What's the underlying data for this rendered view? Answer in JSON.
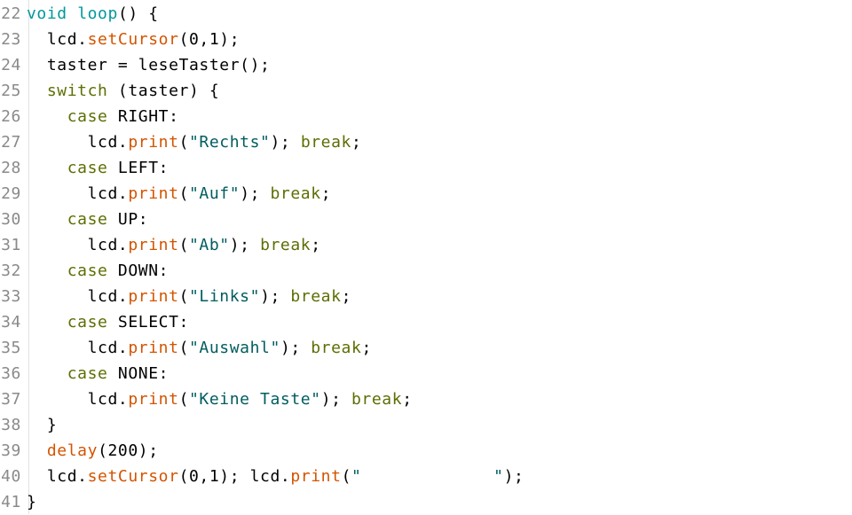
{
  "editor": {
    "lines": [
      {
        "number": "22",
        "tokens": [
          {
            "text": "void",
            "type": "kw-type"
          },
          {
            "text": " ",
            "type": "plain"
          },
          {
            "text": "loop",
            "type": "kw-type"
          },
          {
            "text": "() {",
            "type": "plain"
          }
        ]
      },
      {
        "number": "23",
        "tokens": [
          {
            "text": "  lcd.",
            "type": "plain"
          },
          {
            "text": "setCursor",
            "type": "kw-fn"
          },
          {
            "text": "(0,1);",
            "type": "plain"
          }
        ]
      },
      {
        "number": "24",
        "tokens": [
          {
            "text": "  taster = leseTaster();",
            "type": "plain"
          }
        ]
      },
      {
        "number": "25",
        "tokens": [
          {
            "text": "  ",
            "type": "plain"
          },
          {
            "text": "switch",
            "type": "kw-ctrl"
          },
          {
            "text": " (taster) {",
            "type": "plain"
          }
        ]
      },
      {
        "number": "26",
        "tokens": [
          {
            "text": "    ",
            "type": "plain"
          },
          {
            "text": "case",
            "type": "kw-ctrl"
          },
          {
            "text": " RIGHT:",
            "type": "plain"
          }
        ]
      },
      {
        "number": "27",
        "tokens": [
          {
            "text": "      lcd.",
            "type": "plain"
          },
          {
            "text": "print",
            "type": "kw-fn"
          },
          {
            "text": "(",
            "type": "plain"
          },
          {
            "text": "\"Rechts\"",
            "type": "str"
          },
          {
            "text": "); ",
            "type": "plain"
          },
          {
            "text": "break",
            "type": "kw-ctrl"
          },
          {
            "text": ";",
            "type": "plain"
          }
        ]
      },
      {
        "number": "28",
        "tokens": [
          {
            "text": "    ",
            "type": "plain"
          },
          {
            "text": "case",
            "type": "kw-ctrl"
          },
          {
            "text": " LEFT:",
            "type": "plain"
          }
        ]
      },
      {
        "number": "29",
        "tokens": [
          {
            "text": "      lcd.",
            "type": "plain"
          },
          {
            "text": "print",
            "type": "kw-fn"
          },
          {
            "text": "(",
            "type": "plain"
          },
          {
            "text": "\"Auf\"",
            "type": "str"
          },
          {
            "text": "); ",
            "type": "plain"
          },
          {
            "text": "break",
            "type": "kw-ctrl"
          },
          {
            "text": ";",
            "type": "plain"
          }
        ]
      },
      {
        "number": "30",
        "tokens": [
          {
            "text": "    ",
            "type": "plain"
          },
          {
            "text": "case",
            "type": "kw-ctrl"
          },
          {
            "text": " UP:",
            "type": "plain"
          }
        ]
      },
      {
        "number": "31",
        "tokens": [
          {
            "text": "      lcd.",
            "type": "plain"
          },
          {
            "text": "print",
            "type": "kw-fn"
          },
          {
            "text": "(",
            "type": "plain"
          },
          {
            "text": "\"Ab\"",
            "type": "str"
          },
          {
            "text": "); ",
            "type": "plain"
          },
          {
            "text": "break",
            "type": "kw-ctrl"
          },
          {
            "text": ";",
            "type": "plain"
          }
        ]
      },
      {
        "number": "32",
        "tokens": [
          {
            "text": "    ",
            "type": "plain"
          },
          {
            "text": "case",
            "type": "kw-ctrl"
          },
          {
            "text": " DOWN:",
            "type": "plain"
          }
        ]
      },
      {
        "number": "33",
        "tokens": [
          {
            "text": "      lcd.",
            "type": "plain"
          },
          {
            "text": "print",
            "type": "kw-fn"
          },
          {
            "text": "(",
            "type": "plain"
          },
          {
            "text": "\"Links\"",
            "type": "str"
          },
          {
            "text": "); ",
            "type": "plain"
          },
          {
            "text": "break",
            "type": "kw-ctrl"
          },
          {
            "text": ";",
            "type": "plain"
          }
        ]
      },
      {
        "number": "34",
        "tokens": [
          {
            "text": "    ",
            "type": "plain"
          },
          {
            "text": "case",
            "type": "kw-ctrl"
          },
          {
            "text": " SELECT:",
            "type": "plain"
          }
        ]
      },
      {
        "number": "35",
        "tokens": [
          {
            "text": "      lcd.",
            "type": "plain"
          },
          {
            "text": "print",
            "type": "kw-fn"
          },
          {
            "text": "(",
            "type": "plain"
          },
          {
            "text": "\"Auswahl\"",
            "type": "str"
          },
          {
            "text": "); ",
            "type": "plain"
          },
          {
            "text": "break",
            "type": "kw-ctrl"
          },
          {
            "text": ";",
            "type": "plain"
          }
        ]
      },
      {
        "number": "36",
        "tokens": [
          {
            "text": "    ",
            "type": "plain"
          },
          {
            "text": "case",
            "type": "kw-ctrl"
          },
          {
            "text": " NONE:",
            "type": "plain"
          }
        ]
      },
      {
        "number": "37",
        "tokens": [
          {
            "text": "      lcd.",
            "type": "plain"
          },
          {
            "text": "print",
            "type": "kw-fn"
          },
          {
            "text": "(",
            "type": "plain"
          },
          {
            "text": "\"Keine Taste\"",
            "type": "str"
          },
          {
            "text": "); ",
            "type": "plain"
          },
          {
            "text": "break",
            "type": "kw-ctrl"
          },
          {
            "text": ";",
            "type": "plain"
          }
        ]
      },
      {
        "number": "38",
        "tokens": [
          {
            "text": "  }",
            "type": "plain"
          }
        ]
      },
      {
        "number": "39",
        "tokens": [
          {
            "text": "  ",
            "type": "plain"
          },
          {
            "text": "delay",
            "type": "kw-fn"
          },
          {
            "text": "(200);",
            "type": "plain"
          }
        ]
      },
      {
        "number": "40",
        "tokens": [
          {
            "text": "  lcd.",
            "type": "plain"
          },
          {
            "text": "setCursor",
            "type": "kw-fn"
          },
          {
            "text": "(0,1); lcd.",
            "type": "plain"
          },
          {
            "text": "print",
            "type": "kw-fn"
          },
          {
            "text": "(",
            "type": "plain"
          },
          {
            "text": "\"             \"",
            "type": "str"
          },
          {
            "text": ");",
            "type": "plain"
          }
        ]
      },
      {
        "number": "41",
        "tokens": [
          {
            "text": "}",
            "type": "plain"
          }
        ]
      }
    ]
  },
  "colors": {
    "type_keyword": "#00979c",
    "control_keyword": "#5e6d03",
    "function": "#d35400",
    "string": "#005c5f",
    "line_number": "#8a8a8a"
  }
}
